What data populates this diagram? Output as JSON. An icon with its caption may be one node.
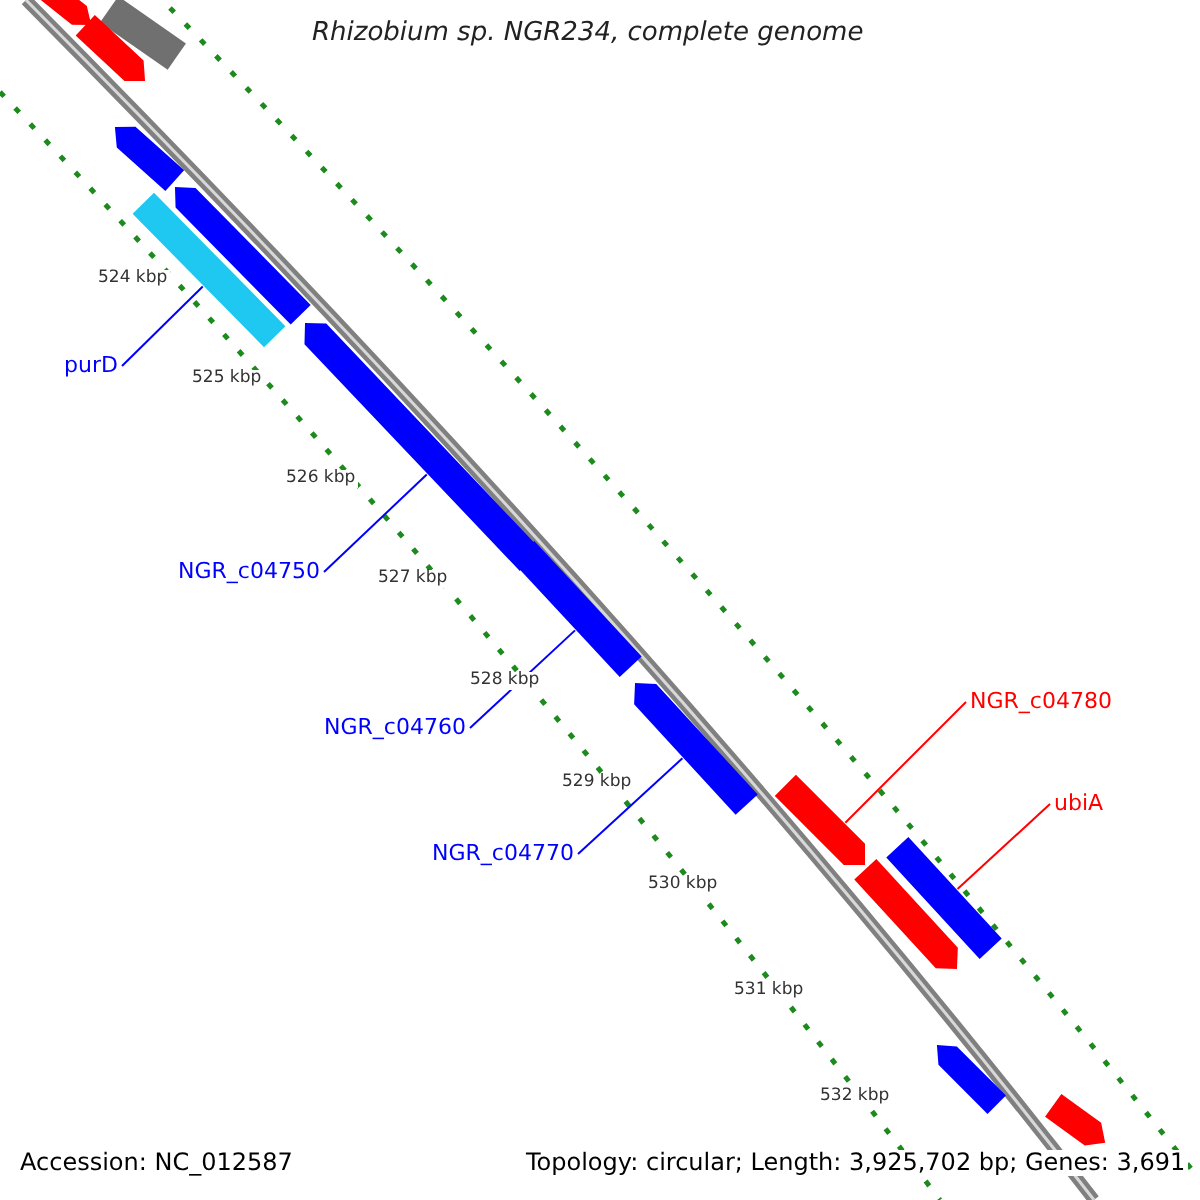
{
  "diagram": {
    "title": "Rhizobium sp. NGR234, complete genome",
    "nodes": [
      {
        "text": [
          "purD"
        ]
      },
      {
        "text": [
          "NGR_c04750"
        ]
      },
      {
        "text": [
          "NGR_c04760"
        ]
      },
      {
        "text": [
          "NGR_c04770"
        ]
      },
      {
        "text": [
          "NGR_c04780"
        ]
      },
      {
        "text": [
          "ubiA"
        ]
      },
      {
        "text": [],
        "shape": "bar"
      },
      {
        "text": [],
        "shape": "bar"
      },
      {
        "text": [],
        "shape": "bar"
      },
      {
        "text": [],
        "shape": "bar"
      },
      {
        "text": [],
        "shape": "bar"
      },
      {
        "text": [],
        "shape": "bar"
      },
      {
        "text": [],
        "shape": "bar"
      },
      {
        "text": [],
        "shape": "bar"
      },
      {
        "text": [],
        "shape": "bar"
      },
      {
        "text": [],
        "shape": "bar"
      },
      {
        "text": [],
        "shape": "bar"
      },
      {
        "text": [],
        "shape": "bar"
      },
      {
        "text": [],
        "shape": "bar"
      },
      {
        "text": [],
        "shape": "bar"
      }
    ],
    "edges": [
      {
        "from": 0,
        "to": 11,
        "arrow": "none",
        "color": "#0000ff"
      },
      {
        "from": 1,
        "to": 12,
        "arrow": "none",
        "color": "#0000ff"
      },
      {
        "from": 2,
        "to": 13,
        "arrow": "none",
        "color": "#0000ff"
      },
      {
        "from": 3,
        "to": 14,
        "arrow": "none",
        "color": "#0000ff"
      },
      {
        "from": 4,
        "to": 15,
        "arrow": "none",
        "color": "#ff0000"
      },
      {
        "from": 5,
        "to": 17,
        "arrow": "none",
        "color": "#ff0000"
      }
    ],
    "labels": [
      "524 kbp",
      "525 kbp",
      "526 kbp",
      "527 kbp",
      "528 kbp",
      "529 kbp",
      "530 kbp",
      "531 kbp",
      "532 kbp",
      "Accession: NC_012587",
      "Topology: circular; Length: 3,925,702 bp; Genes: 3,691"
    ]
  }
}
